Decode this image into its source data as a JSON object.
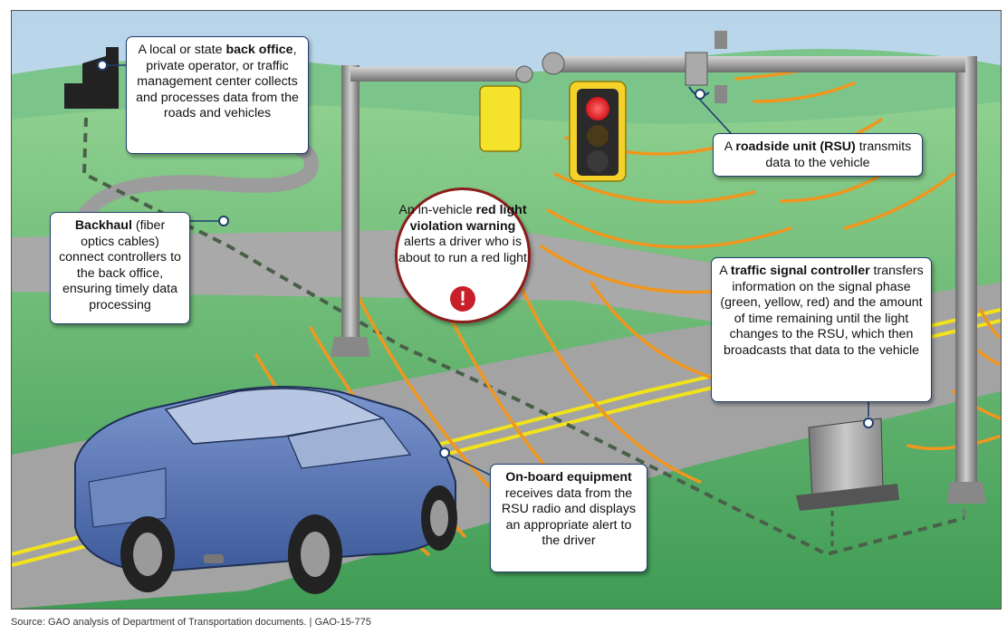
{
  "callouts": {
    "back_office": {
      "pre": "A local or state ",
      "bold": "back office",
      "post": ", private operator, or traffic management center collects and processes data from the roads and vehicles"
    },
    "backhaul": {
      "pre": "",
      "bold": "Backhaul",
      "post": " (fiber optics cables) connect controllers to the back office, ensuring timely data processing"
    },
    "red_light": {
      "pre": "An in-vehicle ",
      "bold": "red light violation warning",
      "post": " alerts a driver who is about to run a red light"
    },
    "rsu": {
      "pre": "A ",
      "bold": "roadside unit (RSU)",
      "post": " transmits data to the vehicle"
    },
    "controller": {
      "pre": "A ",
      "bold": "traffic signal controller",
      "post": " transfers information on the signal phase (green, yellow, red) and the amount of time remaining until the light changes to the RSU, which then broadcasts that data to the vehicle"
    },
    "obe": {
      "pre": "",
      "bold": "On-board equipment",
      "post": " receives data from the RSU radio and displays an appropriate alert to the driver"
    }
  },
  "alert_glyph": "!",
  "source": "Source: GAO analysis of Department of Transportation documents.  |  GAO-15-775",
  "colors": {
    "sky": "#cfe3f2",
    "grass": "#5fb56b",
    "road": "#a9a9a9",
    "lane": "#f2e21b",
    "signal_wave": "#f0961e",
    "car": "#5b78b5",
    "callout_border": "#1f3f6e",
    "red_light": "#e8262b"
  }
}
